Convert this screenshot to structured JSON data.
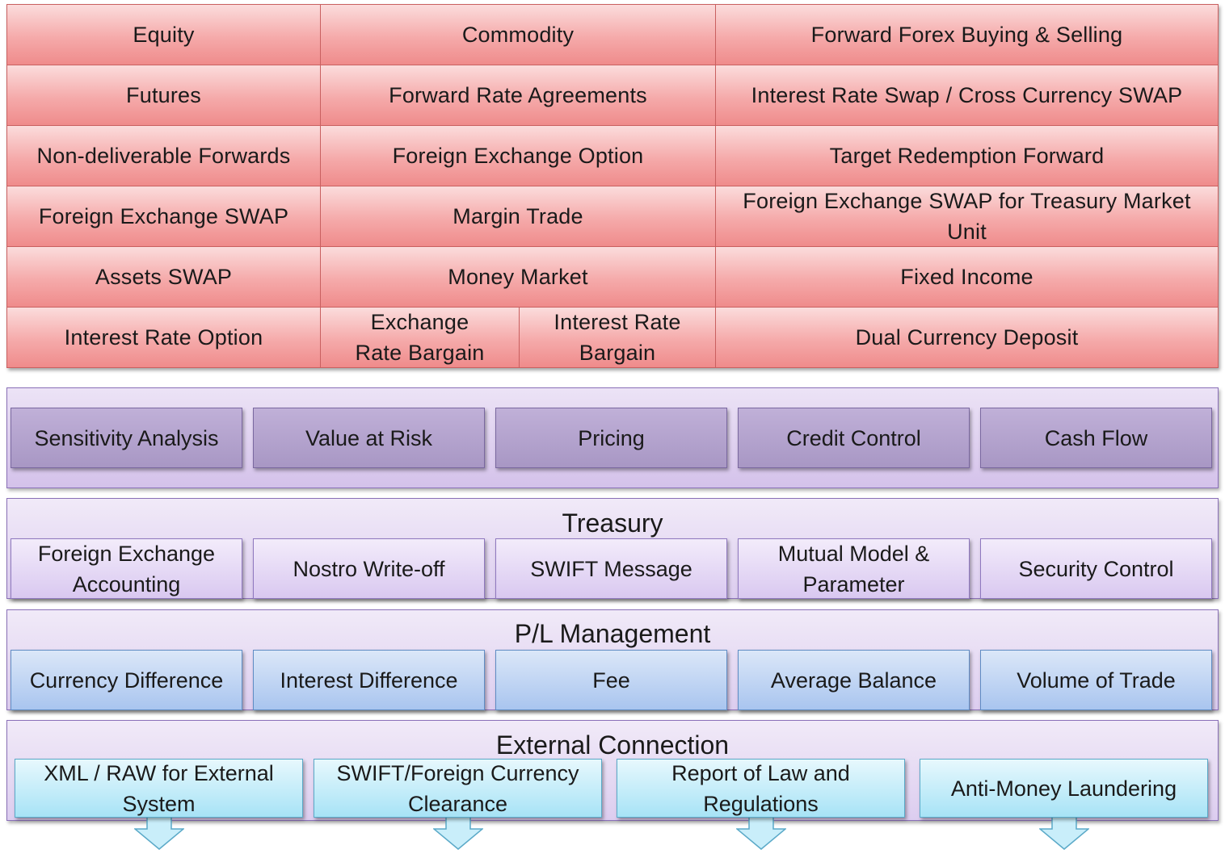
{
  "products": {
    "rows": [
      [
        "Equity",
        "Commodity",
        "Forward Forex Buying & Selling"
      ],
      [
        "Futures",
        "Forward Rate Agreements",
        "Interest Rate Swap / Cross Currency SWAP"
      ],
      [
        "Non-deliverable Forwards",
        "Foreign Exchange Option",
        "Target Redemption Forward"
      ],
      [
        "Foreign Exchange SWAP",
        "Margin Trade",
        "Foreign Exchange SWAP for Treasury Market Unit"
      ],
      [
        "Assets SWAP",
        "Money Market",
        "Fixed Income"
      ]
    ],
    "last_row": {
      "col1": "Interest Rate Option",
      "col2a": "Exchange Rate Bargain",
      "col2b": "Interest Rate Bargain",
      "col3": "Dual Currency Deposit"
    }
  },
  "analysis": {
    "items": [
      "Sensitivity Analysis",
      "Value at Risk",
      "Pricing",
      "Credit Control",
      "Cash Flow"
    ]
  },
  "treasury": {
    "title": "Treasury",
    "items": [
      "Foreign Exchange Accounting",
      "Nostro Write-off",
      "SWIFT Message",
      "Mutual Model & Parameter",
      "Security Control"
    ]
  },
  "pl": {
    "title": "P/L Management",
    "items": [
      "Currency Difference",
      "Interest Difference",
      "Fee",
      "Average Balance",
      "Volume of Trade"
    ]
  },
  "external": {
    "title": "External Connection",
    "items": [
      "XML / RAW for External System",
      "SWIFT/Foreign Currency Clearance",
      "Report of Law and Regulations",
      "Anti-Money Laundering"
    ]
  },
  "colors": {
    "product_fill": "#f5aaaa",
    "analysis_fill": "#a897c4",
    "treasury_fill": "#d9c8f0",
    "pl_fill": "#a9c5ef",
    "external_fill": "#a7e3f6"
  }
}
